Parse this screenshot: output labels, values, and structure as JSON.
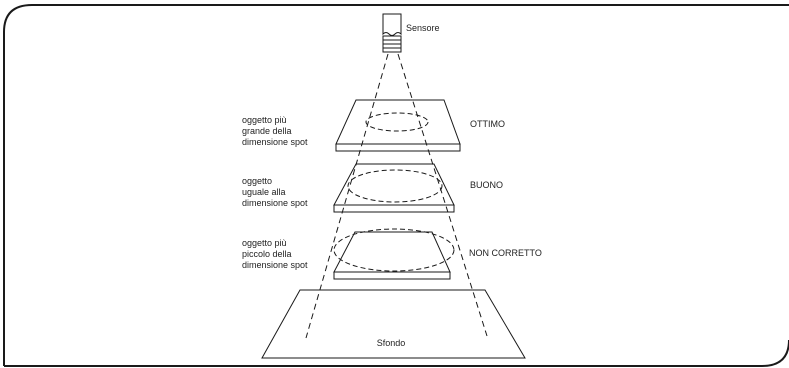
{
  "sensor_label": "Sensore",
  "background_label": "Sfondo",
  "levels": [
    {
      "description": [
        "oggetto più",
        "grande della",
        "dimensione spot"
      ],
      "rating": "OTTIMO"
    },
    {
      "description": [
        "oggetto",
        "uguale alla",
        "dimensione spot"
      ],
      "rating": "BUONO"
    },
    {
      "description": [
        "oggetto più",
        "piccolo della",
        "dimensione spot"
      ],
      "rating": "NON CORRETTO"
    }
  ],
  "colors": {
    "stroke": "#1a1a1a",
    "background": "#ffffff"
  }
}
